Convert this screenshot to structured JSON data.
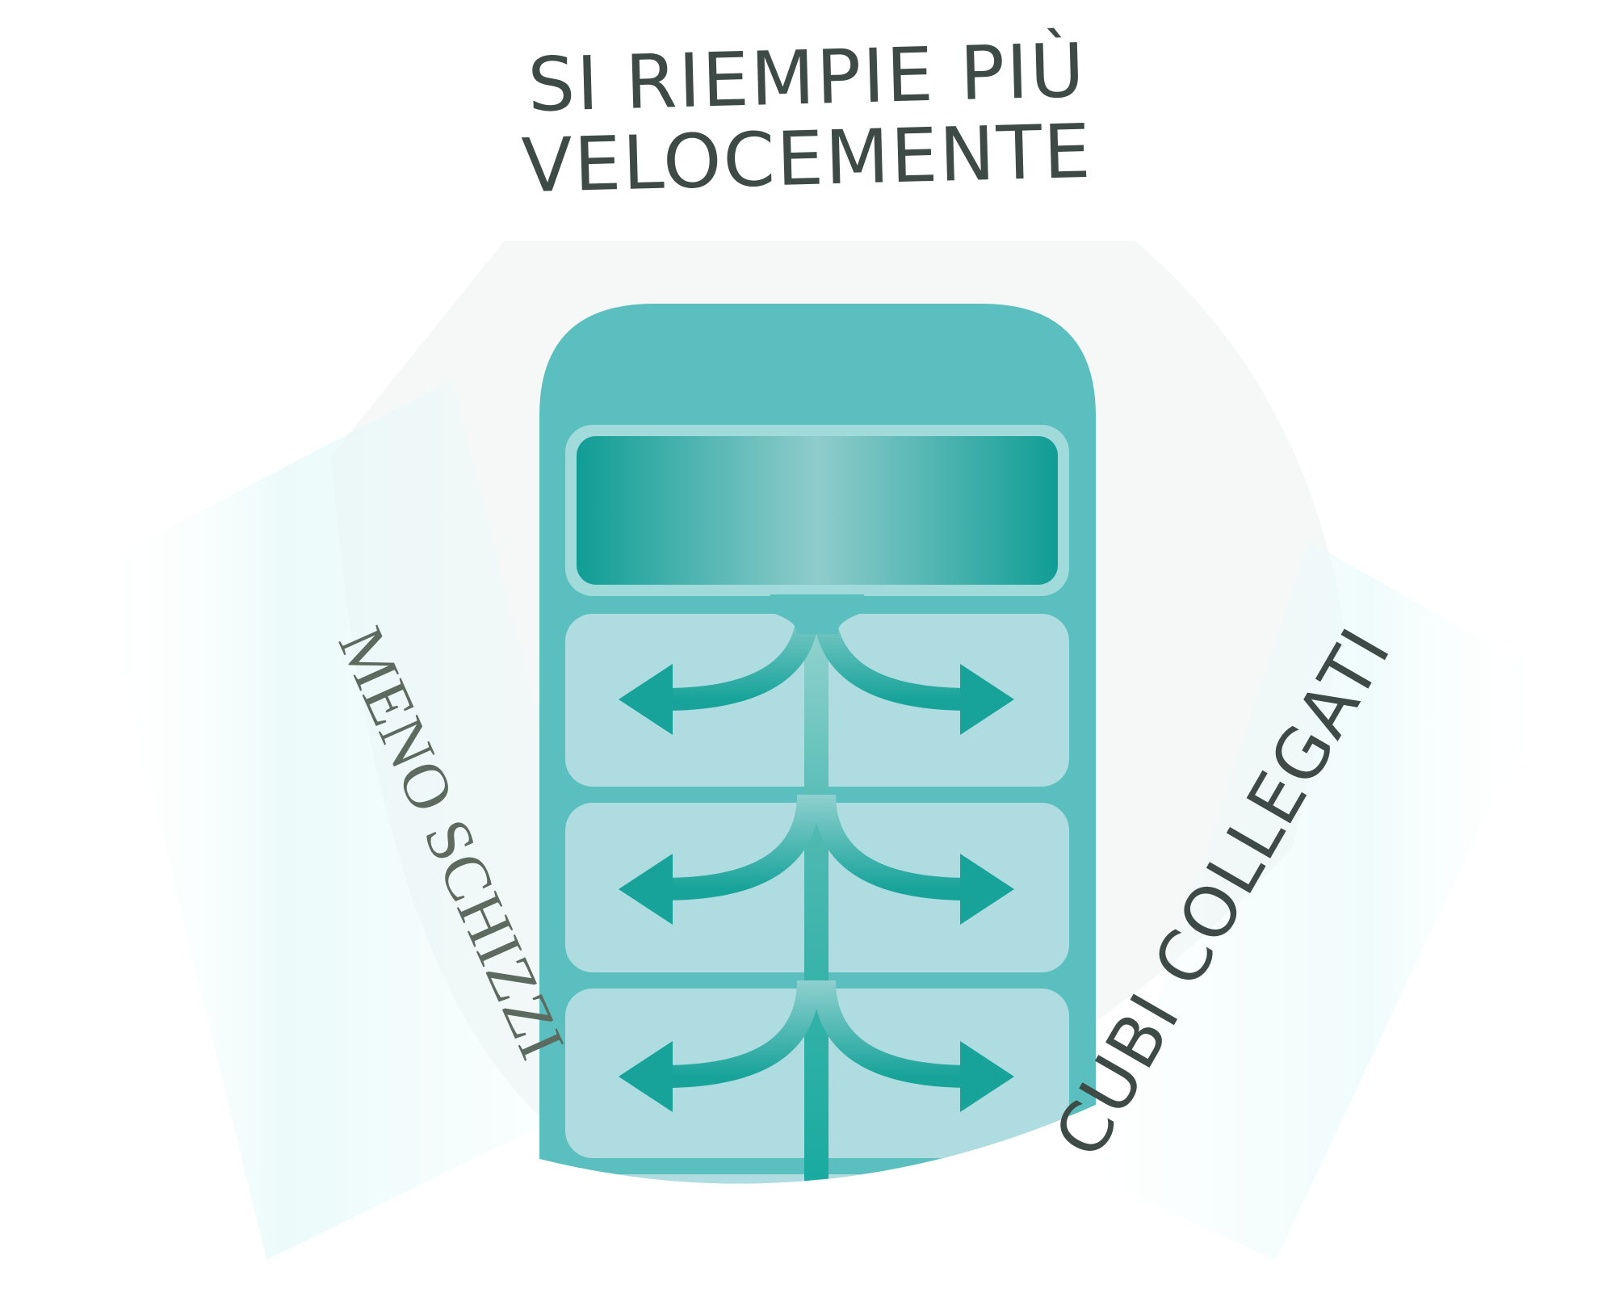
{
  "headline": {
    "line1": "SI RIEMPIE PIÙ",
    "line2": "VELOCEMENTE"
  },
  "left_label": "MENO SCHIZZI",
  "right_label": "CUBI COLLEGATI",
  "colors": {
    "teal_outer": "#5bbfc0",
    "teal_dark": "#109d95",
    "cube_fill": "#aedce0",
    "arrow": "#17a39a",
    "channel": "#0aa69b",
    "text_dark": "#3e4a46",
    "text_serif": "#5d6a5f",
    "background_ring": "#f7f7f7",
    "glow": "#e3f8f8"
  },
  "diagram": {
    "cube_count": 4,
    "arrow_rows": 3,
    "arrows_per_row": 2
  }
}
